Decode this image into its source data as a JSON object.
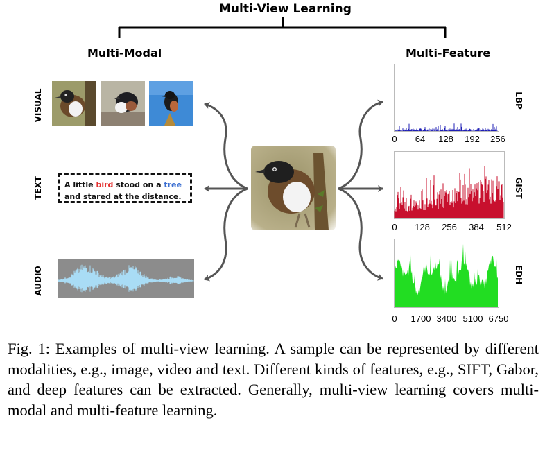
{
  "diagram": {
    "title": "Multi-View Learning",
    "left_heading": "Multi-Modal",
    "right_heading": "Multi-Feature",
    "modal_labels": {
      "visual": "VISUAL",
      "text": "TEXT",
      "audio": "AUDIO"
    },
    "text_sample": {
      "line1_pre": "A little ",
      "line1_bird": "bird",
      "line1_mid": " stood on a ",
      "line1_tree": "tree",
      "line2": "and stared at the distance."
    },
    "feature_charts": [
      {
        "label": "LBP",
        "color": "#1f1fb4",
        "ticks": [
          "0",
          "64",
          "128",
          "192",
          "256"
        ]
      },
      {
        "label": "GIST",
        "color": "#c8102e",
        "ticks": [
          "0",
          "128",
          "256",
          "384",
          "512"
        ]
      },
      {
        "label": "EDH",
        "color": "#22dd22",
        "ticks": [
          "0",
          "1700",
          "3400",
          "5100",
          "6750"
        ]
      }
    ],
    "colors": {
      "audio_bg": "#8c8c8c",
      "audio_wave": "#a9dcf5",
      "highlight_red": "#e3302f",
      "highlight_blue": "#3c6fd1"
    }
  },
  "caption": {
    "label": "Fig. 1:",
    "text": " Examples of multi-view learning. A sample can be represented by different modalities, e.g., image, video and text. Different kinds of features, e.g., SIFT, Gabor, and deep features can be extracted. Generally, multi-view learning covers multi-modal and multi-feature learning."
  }
}
